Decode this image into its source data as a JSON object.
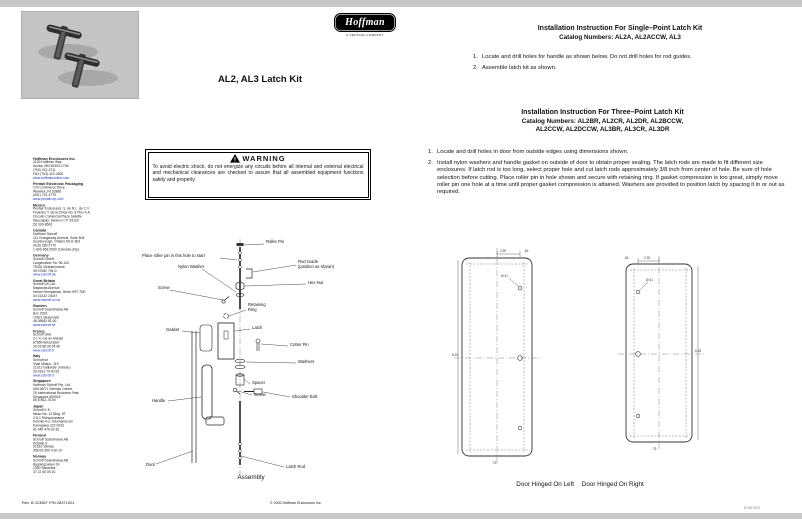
{
  "logo": {
    "brand": "Hoffman",
    "tagline": "A PENTAIR COMPANY"
  },
  "kit_title": "AL2, AL3 Latch Kit",
  "single_point": {
    "title": "Installation Instruction For Single–Point Latch Kit",
    "catalog": "Catalog Numbers:  AL2A, AL2ACCW, AL3",
    "steps": [
      {
        "num": "1.",
        "text": "Locate and drill holes for handle as shown below.  Do not drill holes for rod guides."
      },
      {
        "num": "2.",
        "text": "Assemble latch kit as shown."
      }
    ]
  },
  "three_point": {
    "title": "Installation Instruction For Three–Point Latch Kit",
    "catalog_line1": "Catalog Numbers:  AL2BR, AL2CR, AL2DR, AL2BCCW,",
    "catalog_line2": "AL2CCW, AL2DCCW, AL3BR, AL3CR, AL3DR",
    "steps": [
      {
        "num": "1.",
        "text": "Locate and drill holes in door from outside edges using dimensions shown."
      },
      {
        "num": "2.",
        "text": "Install nylon washers and handle gasket on outside of door to obtain proper sealing.  The latch rods are made to fit different size enclosures.  If latch rod is too long, select proper hole and cut latch rods approximately 3/8 inch from center of hole.  Be sure of hole selection before cutting.  Place roller pin in hole shown and secure with retaining ring.  If gasket compression is too great, simply move roller pin one hole at a time until proper gasket compression is attained.  Washers are provided to position latch by spacing it in or out as required."
      }
    ]
  },
  "warning": {
    "title": "WARNING",
    "body": "To avoid electric shock, do not energize any circuits before all internal and external electrical and mechanical clearances are checked to assure that  all assembled equipment functions safely and  properly."
  },
  "assembly": {
    "caption": "Assembly",
    "labels": [
      "Roller Pin",
      "Place roller pin in this hole to start",
      "Nylon Washer",
      "Rod Guide\n(position as shown)",
      "Hex Nut",
      "Screw",
      "Retaining\nRing",
      "Latch",
      "Gasket",
      "Cotter Pin",
      "Washers",
      "Spacer",
      "Screw",
      "Shoulder Bolt",
      "Handle",
      "Door",
      "Latch Rod"
    ]
  },
  "doors": {
    "caption_left": "Door Hinged On Left",
    "caption_right": "Door Hinged On Right",
    "left_dims": [
      "2.39",
      ".63",
      "Ø.41",
      "8.31",
      ".75"
    ],
    "right_dims": [
      "2.39",
      ".63",
      "Ø.41",
      "6.94",
      ".75"
    ]
  },
  "addresses": [
    {
      "name": "Hoffman Enclosures Inc.",
      "lines": [
        "2100 Hoffman Way",
        "Anoka, MN 55303-1745",
        "(763) 422-2211",
        "FAX (763) 422-2600"
      ],
      "web": "www.hoffmanonline.com"
    },
    {
      "name": "Pentair Electronic Packaging",
      "lines": [
        "170 Commerce Drive",
        "Warwick, RI 02886",
        "(401) 732-3770"
      ],
      "web": "www.pentair-ep.com"
    },
    {
      "name": "Mexico",
      "lines": [
        "Pentair Enclosures, S. de R.L. de C.V.",
        "Federico T. de la Chica No. 8 Piso 4-A",
        "Circuito Comercial Plaza Satelite",
        "Naucalpan, Mexico C.P. 53100",
        "(5) 393-8600"
      ],
      "web": ""
    },
    {
      "name": "Canada",
      "lines": [
        "Hoffman Schroff",
        "111 Grangeway Avenue, Suite 504",
        "Scarborough, Ontario M1H 3E9",
        "(416) 289-2770",
        "1-800-668-2500 (Canada only)"
      ],
      "web": ""
    },
    {
      "name": "Germany",
      "lines": [
        "Schroff GmbH",
        "Langenalber Str. 96-100",
        "75334 Straubenhardt",
        "49 07082 794-0"
      ],
      "web": "www.schroff.de"
    },
    {
      "name": "Great Britain",
      "lines": [
        "Schroff UK Ltd.",
        "Maylands Avenue",
        "Hemel Hempstead, Herts HP2 7DE",
        "44 01442 24047"
      ],
      "web": "www.schroff.co.uk"
    },
    {
      "name": "Sweden",
      "lines": [
        "Schroff Scandinavia AB",
        "Box 2003",
        "12821 Skarpnack",
        "46 08683 61 00"
      ],
      "web": "www.schroff.se"
    },
    {
      "name": "France",
      "lines": [
        "Schroff SAS",
        "Z.I. 4, rue du Marais",
        "67660 Betschdorf",
        "33 03 88 90 64 90"
      ],
      "web": "www.schroff.fr"
    },
    {
      "name": "Italy",
      "lines": [
        "Schroff srl",
        "Viale Milano, 119",
        "21013 Gallarate (Varese)",
        "39 0331 79 40 53"
      ],
      "web": "www.schroff.it"
    },
    {
      "name": "Singapore",
      "lines": [
        "Hoffman Schroff Pte. Ltd.",
        "#05-08/71 German Centre",
        "25 International Business Park",
        "Singapore 609916",
        "65 6 562-78-90"
      ],
      "web": ""
    },
    {
      "name": "Japan",
      "lines": [
        "Schroff K.K.",
        "Nisso No. 13 Bldg. 9F",
        "2-5-1 Shinyokohama",
        "Kohoku-Ku, Yokohama-shi",
        "Kanagawa 222-0033",
        "81 045 476-02-81"
      ],
      "web": ""
    },
    {
      "name": "Finland",
      "lines": [
        "Schroff Scandinavia AB",
        "Peltotie 9",
        "01510 Vantaa",
        "358 09 350 9 00 20"
      ],
      "web": ""
    },
    {
      "name": "Norway",
      "lines": [
        "Schroff Scandinavia AB",
        "Bygningsveien 24",
        "1300 Sandvika",
        "47 22 50 05 10"
      ],
      "web": ""
    }
  ],
  "footer": {
    "rev": "Rev. B  113567 P/N 28371001",
    "copyright": "© 2000 Hoffman Enclosures Inc.",
    "doc_number": "87587620"
  }
}
